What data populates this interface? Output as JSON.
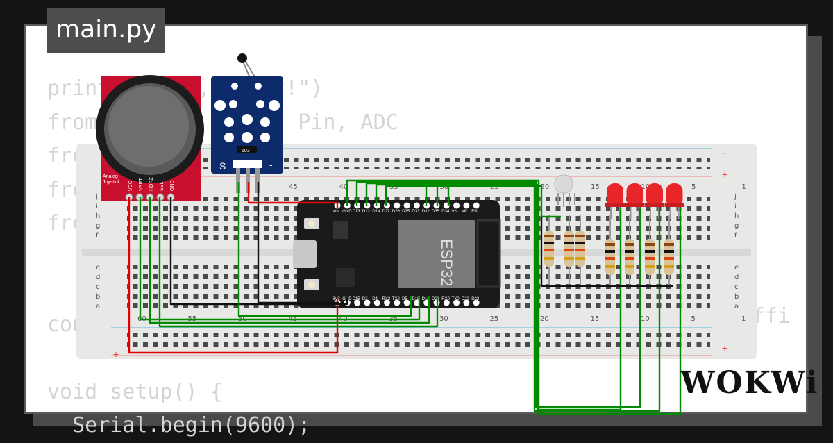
{
  "editor": {
    "tab_title": "main.py",
    "code_lines": [
      "print(\"Hello, ESP32!\")",
      "from machine import Pin, ADC",
      "from ...",
      "from ...",
      "from ...",
      "",
      "",
      "const ...",
      "",
      "void setup() {",
      "  Serial.begin(9600);"
    ],
    "code_right_fragment": "ffi"
  },
  "circuit": {
    "joystick": {
      "label_line1": "Analog",
      "label_line2": "Joystick",
      "pins": [
        "VCC",
        "VERT",
        "HORZ",
        "SEL",
        "GND"
      ]
    },
    "ntc_sensor": {
      "pin_label_s": "S",
      "pin_label_minus": "-",
      "chip_marking": "103"
    },
    "esp32": {
      "chip_label": "ESP32",
      "top_pins": [
        "VIN",
        "GND",
        "D13",
        "D12",
        "D14",
        "D27",
        "D26",
        "D25",
        "D33",
        "D32",
        "D35",
        "D34",
        "VN",
        "VP",
        "EN"
      ],
      "bottom_pins": [
        "3V3",
        "GND",
        "D15",
        "D2",
        "D4",
        "RX2",
        "TX2",
        "D5",
        "D18",
        "D19",
        "D21",
        "RX0",
        "TX0",
        "D22",
        "D23"
      ]
    },
    "breadboard": {
      "top_numbers": [
        "45",
        "40",
        "35",
        "30",
        "25",
        "20",
        "15",
        "10",
        "5",
        "1"
      ],
      "bottom_numbers": [
        "60",
        "55",
        "50",
        "45",
        "40",
        "35",
        "30",
        "25",
        "20",
        "15",
        "10",
        "5",
        "1"
      ],
      "row_letters_top": [
        "j",
        "i",
        "h",
        "g",
        "f"
      ],
      "row_letters_bottom": [
        "e",
        "d",
        "c",
        "b",
        "a"
      ],
      "plus": "+",
      "minus": "-"
    },
    "rgb_led": {
      "count": 1
    },
    "red_leds": {
      "count": 4,
      "color": "#e8262a"
    },
    "wire_colors": {
      "green": "#008a00",
      "black": "#111111",
      "red": "#e00000"
    }
  },
  "brand": {
    "name": "WOKWi"
  }
}
